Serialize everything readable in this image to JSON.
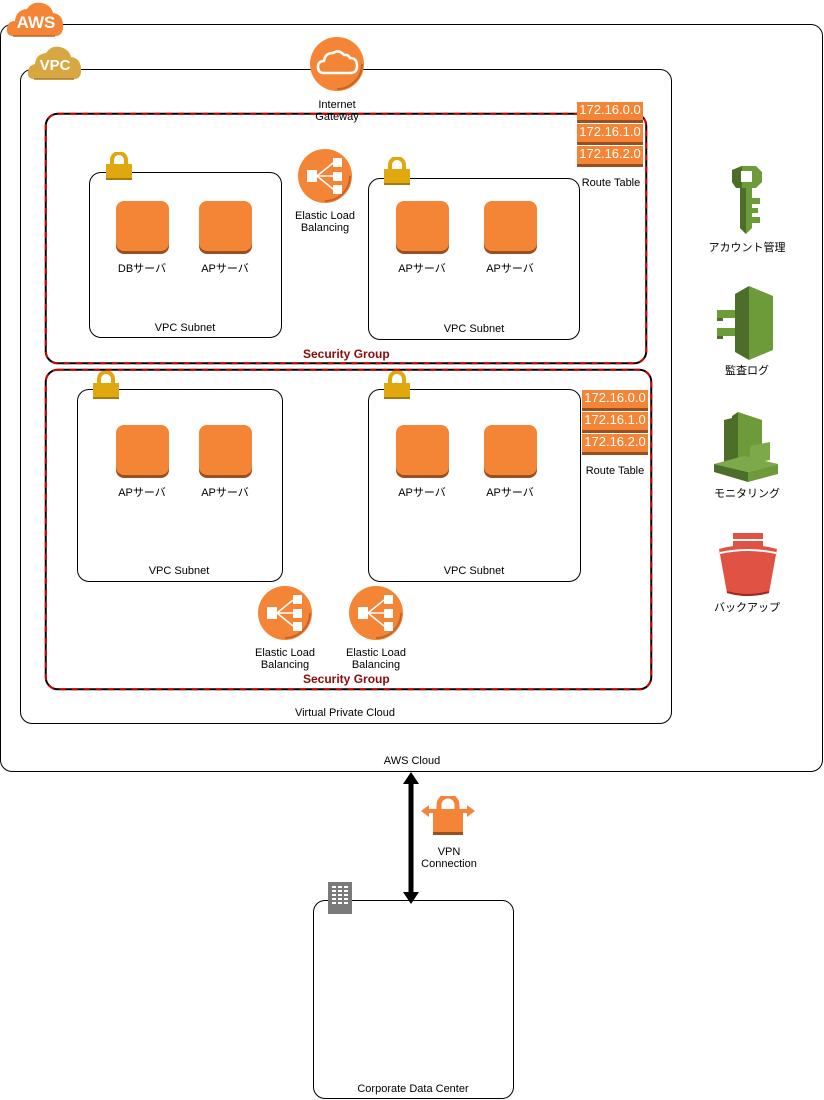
{
  "aws": {
    "badge": "AWS",
    "label": "AWS Cloud"
  },
  "vpc": {
    "badge": "VPC",
    "label": "Virtual Private Cloud"
  },
  "internet_gateway": {
    "line1": "Internet",
    "line2": "Gateway"
  },
  "security_groups": [
    {
      "label": "Security Group",
      "elb": [
        {
          "line1": "Elastic Load",
          "line2": "Balancing"
        }
      ],
      "route_table": {
        "entries": [
          "172.16.0.0",
          "172.16.1.0",
          "172.16.2.0"
        ],
        "label": "Route Table"
      },
      "subnets": [
        {
          "label": "VPC Subnet",
          "servers": [
            "DBサーバ",
            "APサーバ"
          ]
        },
        {
          "label": "VPC Subnet",
          "servers": [
            "APサーバ",
            "APサーバ"
          ]
        }
      ]
    },
    {
      "label": "Security Group",
      "elb": [
        {
          "line1": "Elastic Load",
          "line2": "Balancing"
        },
        {
          "line1": "Elastic Load",
          "line2": "Balancing"
        }
      ],
      "route_table": {
        "entries": [
          "172.16.0.0",
          "172.16.1.0",
          "172.16.2.0"
        ],
        "label": "Route Table"
      },
      "subnets": [
        {
          "label": "VPC Subnet",
          "servers": [
            "APサーバ",
            "APサーバ"
          ]
        },
        {
          "label": "VPC Subnet",
          "servers": [
            "APサーバ",
            "APサーバ"
          ]
        }
      ]
    }
  ],
  "services": [
    {
      "icon": "key-icon",
      "label": "アカウント管理"
    },
    {
      "icon": "audit-log-icon",
      "label": "監査ログ"
    },
    {
      "icon": "monitoring-icon",
      "label": "モニタリング"
    },
    {
      "icon": "bucket-icon",
      "label": "バックアップ"
    }
  ],
  "vpn": {
    "line1": "VPN",
    "line2": "Connection"
  },
  "datacenter": {
    "label": "Corporate Data Center"
  },
  "colors": {
    "orange": "#f58536",
    "orange_dark": "#9a4f20",
    "gold": "#e0a80f",
    "vpc_gold": "#d9a741",
    "green": "#6d9b3a",
    "green_dark": "#4c6e28",
    "red_bucket": "#e05243",
    "sg_red": "#d40000",
    "sg_label": "#8b0a0a"
  }
}
